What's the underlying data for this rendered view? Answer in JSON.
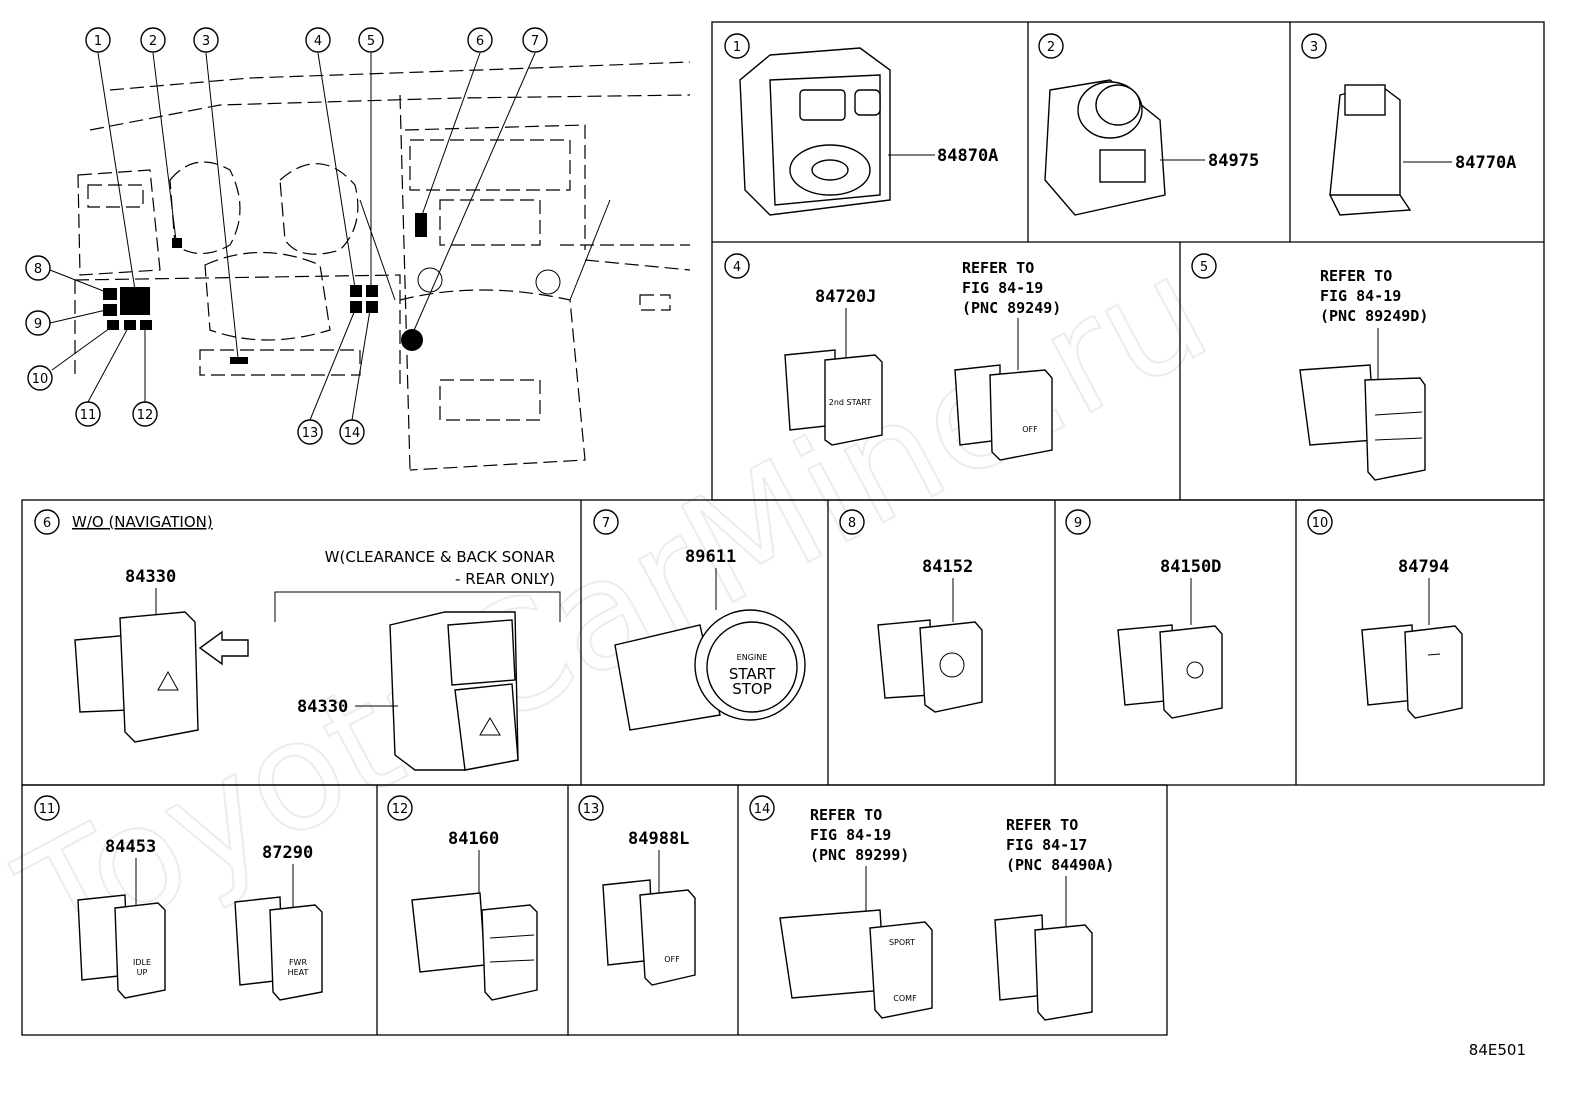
{
  "watermark": "ToyotaCarMine.ru",
  "figure_code": "84E501",
  "callouts": [
    "1",
    "2",
    "3",
    "4",
    "5",
    "6",
    "7",
    "8",
    "9",
    "10",
    "11",
    "12",
    "13",
    "14"
  ],
  "panels": {
    "p1": {
      "num": "1",
      "part": "84870A"
    },
    "p2": {
      "num": "2",
      "part": "84975"
    },
    "p3": {
      "num": "3",
      "part": "84770A"
    },
    "p4": {
      "num": "4",
      "part": "84720J",
      "ref": [
        "REFER TO",
        "FIG 84-19",
        "(PNC 89249)"
      ]
    },
    "p5": {
      "num": "5",
      "ref": [
        "REFER TO",
        "FIG 84-19",
        "(PNC 89249D)"
      ]
    },
    "p6": {
      "num": "6",
      "title": "W/O (NAVIGATION)",
      "part_a": "84330",
      "note": [
        "W(CLEARANCE & BACK SONAR",
        "- REAR ONLY)"
      ],
      "part_b": "84330"
    },
    "p7": {
      "num": "7",
      "part": "89611",
      "btn": [
        "ENGINE",
        "START",
        "STOP"
      ]
    },
    "p8": {
      "num": "8",
      "part": "84152"
    },
    "p9": {
      "num": "9",
      "part": "84150D"
    },
    "p10": {
      "num": "10",
      "part": "84794"
    },
    "p11": {
      "num": "11",
      "part_a": "84453",
      "part_b": "87290",
      "btn_a": [
        "IDLE",
        "UP"
      ],
      "btn_b": [
        "FWR",
        "HEAT"
      ]
    },
    "p12": {
      "num": "12",
      "part": "84160"
    },
    "p13": {
      "num": "13",
      "part": "84988L",
      "btn": "OFF"
    },
    "p14": {
      "num": "14",
      "ref_a": [
        "REFER TO",
        "FIG 84-19",
        "(PNC 89299)"
      ],
      "ref_b": [
        "REFER TO",
        "FIG 84-17",
        "(PNC 84490A)"
      ],
      "btn": [
        "SPORT",
        "COMF"
      ]
    }
  },
  "icons": {
    "p4_button": "2nd START",
    "p4b_button": "OFF"
  }
}
